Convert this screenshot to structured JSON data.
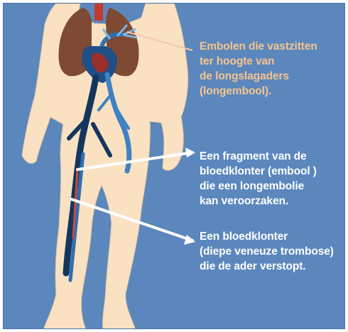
{
  "colors": {
    "background": "#5b87bd",
    "skin": "#f9e1c2",
    "lungs": "#7e4a33",
    "pulmonary_artery": "#1f4f86",
    "veins": "#2f6fb0",
    "highlight_vein": "#cc4a3a",
    "label_1": "#f6c48e",
    "label_2": "#ffffff",
    "label_3": "#ffffff",
    "arrow_1": "#f4c9a6",
    "arrow_2": "#ffffff",
    "arrow_3": "#ffffff"
  },
  "labels": [
    {
      "id": "label-1",
      "text": "Embolen die vastzitten\nter hoogte van\nde longslagaders\n(longembool)."
    },
    {
      "id": "label-2",
      "text": "Een fragment van de\nbloedklonter (embool )\ndie een longembolie\nkan veroorzaken."
    },
    {
      "id": "label-3",
      "text": "Een bloedklonter\n(diepe veneuze trombose)\ndie de ader verstopt."
    }
  ]
}
